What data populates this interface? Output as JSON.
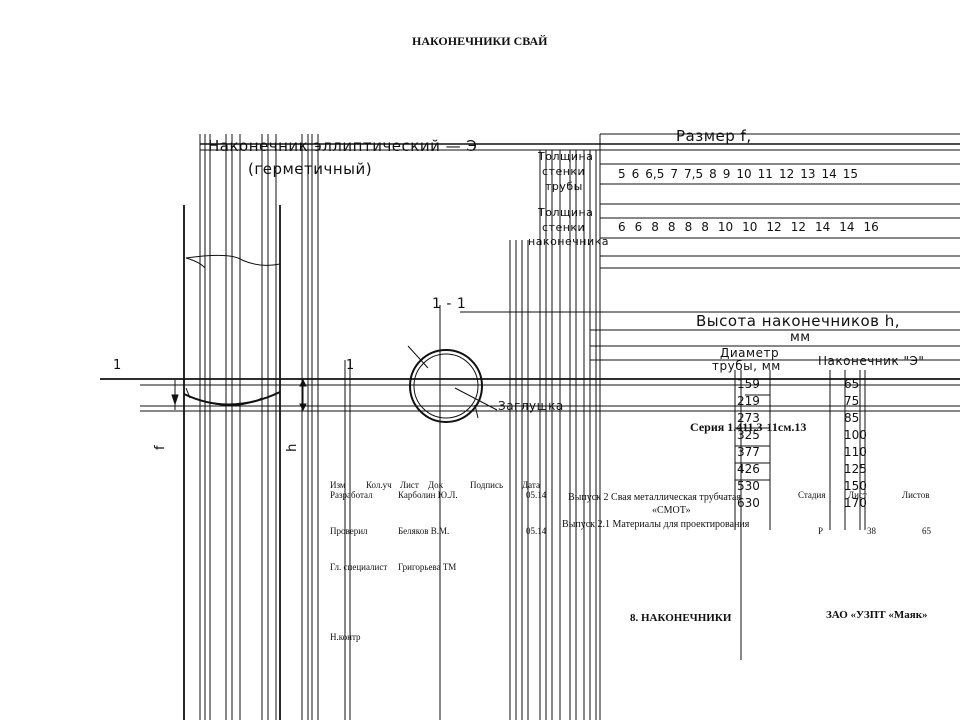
{
  "page_title": "НАКОНЕЧНИКИ СВАЙ",
  "drawing": {
    "tip_title_line1": "Наконечник эллиптический — Э",
    "tip_title_line2": "(герметичный)",
    "section_label": "1 - 1",
    "cut_mark_left": "1",
    "cut_mark_right": "1",
    "dim_f": "f",
    "dim_h": "h",
    "plug_label": "Заглушка"
  },
  "size_table": {
    "header": "Размер f,",
    "row1_label": [
      "Толщина",
      "стенки",
      "трубы"
    ],
    "row1_values": [
      "5",
      "6",
      "6,5",
      "7",
      "7,5",
      "8",
      "9",
      "10",
      "11",
      "12",
      "13",
      "14",
      "15"
    ],
    "row2_label": [
      "Толщина",
      "стенки",
      "наконечника"
    ],
    "row2_values": [
      "6",
      "6",
      "8",
      "8",
      "8",
      "8",
      "10",
      "10",
      "12",
      "12",
      "14",
      "14",
      "16"
    ]
  },
  "height_table": {
    "header_line1": "Высота наконечников h,",
    "header_line2": "мм",
    "col1_header": [
      "Диаметр",
      "трубы, мм"
    ],
    "col2_header": "Наконечник \"Э\"",
    "diameters": [
      "159",
      "219",
      "273",
      "325",
      "377",
      "426",
      "530",
      "630"
    ],
    "heights": [
      "65",
      "75",
      "85",
      "100",
      "110",
      "125",
      "150",
      "170"
    ]
  },
  "title_block": {
    "series": "Серия 1.411.3-11см.13",
    "header_cells": [
      "Изм",
      "Кол.уч",
      "Лист",
      "Док",
      "Подпись",
      "Дата"
    ],
    "rows": [
      {
        "role": "Разработал",
        "name": "Карболин Ю.Л.",
        "date": "05.14"
      },
      {
        "role": "Проверил",
        "name": "Беляков В.М.",
        "date": "05.14"
      },
      {
        "role": "Гл. специалист",
        "name": "Григорьева ТМ",
        "date": ""
      },
      {
        "role": "Н.контр",
        "name": "",
        "date": ""
      }
    ],
    "issue_line1": "Выпуск 2 Свая металлическая трубчатая",
    "issue_line2": "«СМОТ»",
    "issue_line3": "Выпуск 2.1 Материалы для проектирования",
    "stage_label": "Стадия",
    "sheet_label": "Лист",
    "sheets_label": "Листов",
    "stage_value": "Р",
    "sheet_value": "38",
    "sheets_value": "65",
    "section_name": "8. НАКОНЕЧНИКИ",
    "company": "ЗАО «УЗПТ «Маяк»"
  }
}
